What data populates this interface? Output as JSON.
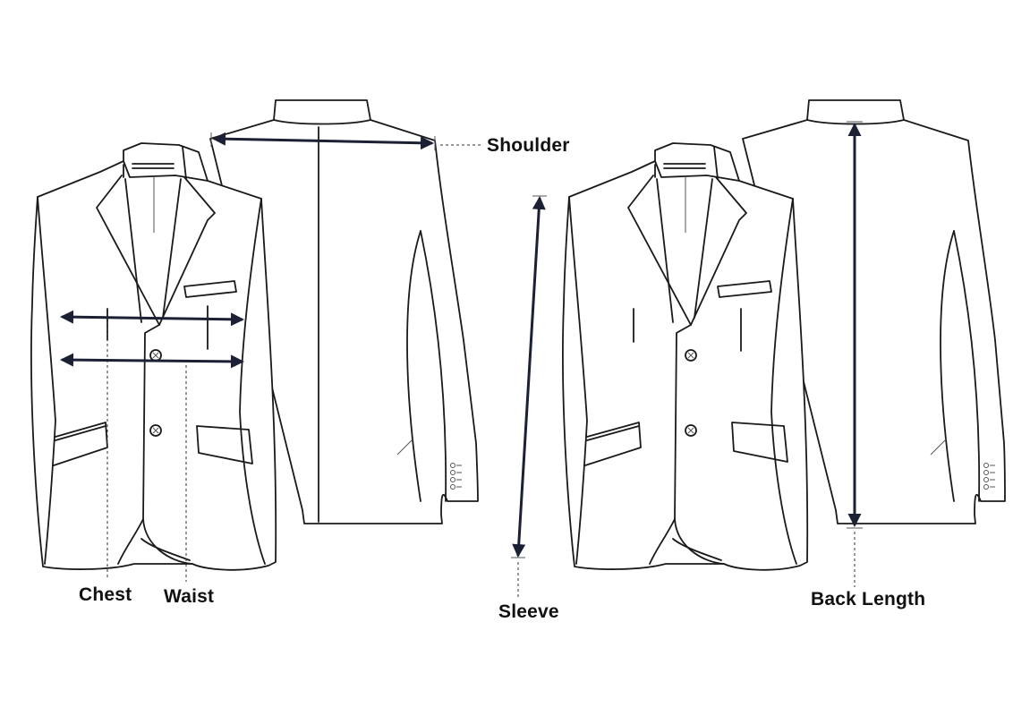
{
  "labels": {
    "shoulder": "Shoulder",
    "chest": "Chest",
    "waist": "Waist",
    "sleeve": "Sleeve",
    "back_length": "Back Length"
  },
  "colors": {
    "outline": "#1a1a1a",
    "measure": "#1b2035",
    "background": "#ffffff"
  }
}
